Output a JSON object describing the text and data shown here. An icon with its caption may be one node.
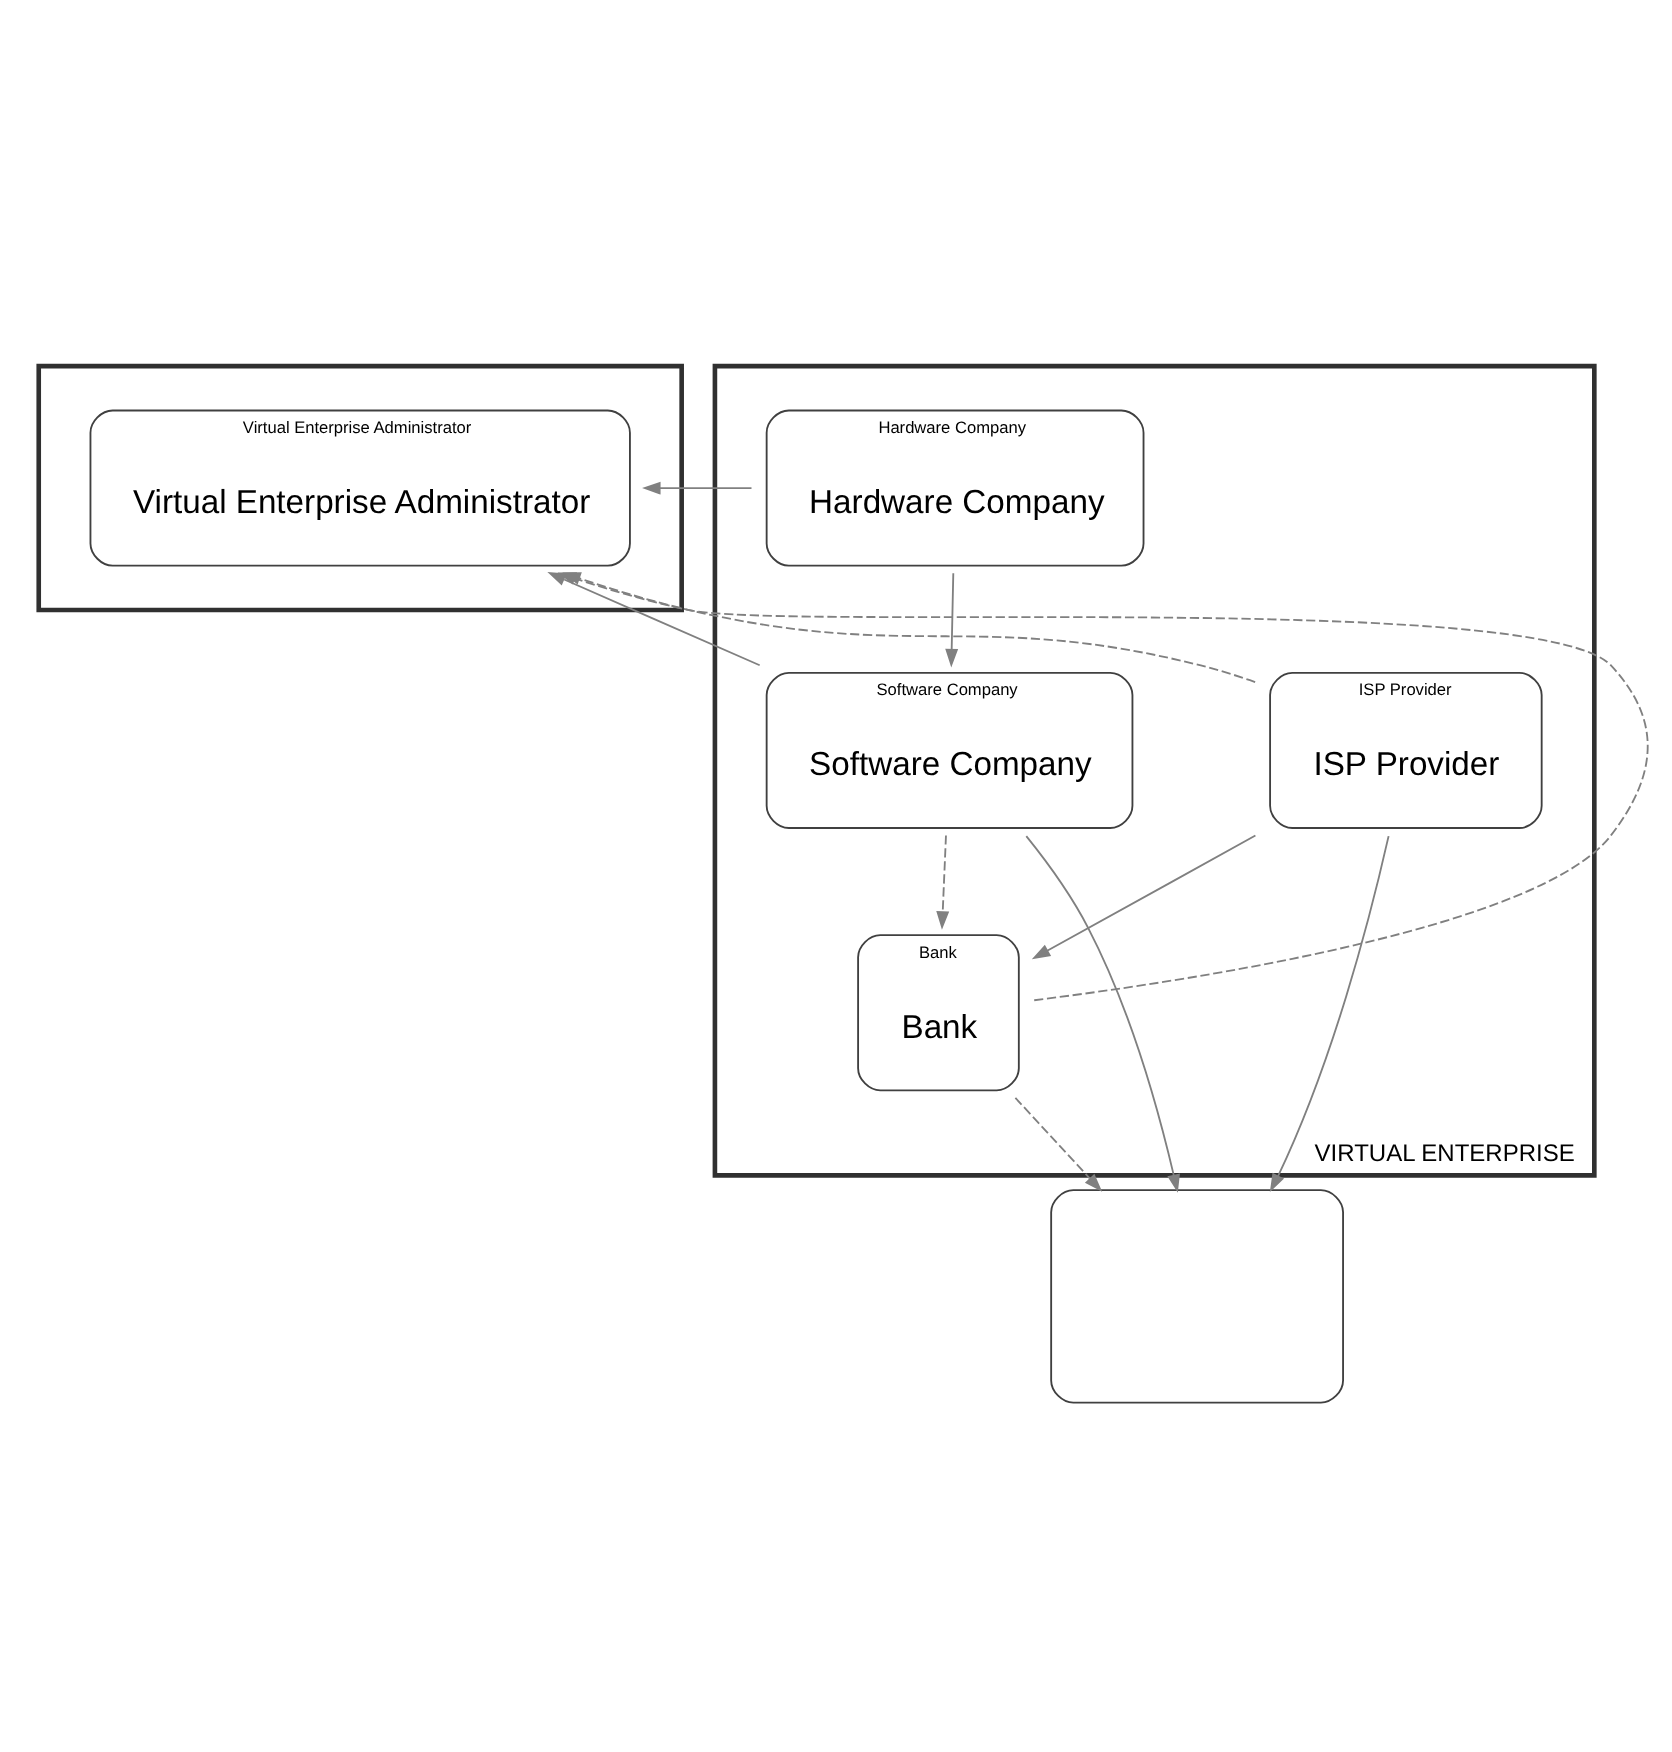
{
  "diagram": {
    "nodes": [
      {
        "text": [],
        "shape": "box"
      },
      {
        "text": [
          "Virtual Enterprise Administrator",
          "Virtual Enterprise Administrator"
        ],
        "in": 0
      },
      {
        "text": [
          "VIRTUAL ENTERPRISE"
        ]
      },
      {
        "text": [
          "Hardware Company",
          "Hardware Company"
        ],
        "in": 2
      },
      {
        "text": [
          "Software Company",
          "Software Company"
        ],
        "in": 2
      },
      {
        "text": [
          "Bank",
          "Bank"
        ],
        "in": 2
      },
      {
        "text": [
          "ISP Provider",
          "ISP Provider"
        ],
        "in": 2
      },
      {
        "text": [],
        "shape": "box"
      }
    ],
    "edges": [
      {
        "from": 6,
        "to": 1,
        "arrow": "to",
        "style": "dashed"
      },
      {
        "from": 5,
        "to": 1,
        "arrow": "to",
        "style": "dashed"
      },
      {
        "from": 3,
        "to": 1,
        "arrow": "to"
      },
      {
        "from": 4,
        "to": 1,
        "arrow": "to"
      },
      {
        "from": 3,
        "to": 4,
        "arrow": "to"
      },
      {
        "from": 4,
        "to": 5,
        "arrow": "to",
        "style": "dashed"
      },
      {
        "from": 5,
        "to": 7,
        "arrow": "to",
        "style": "dashed"
      },
      {
        "from": 6,
        "to": 5,
        "arrow": "to"
      },
      {
        "from": 4,
        "to": 7,
        "arrow": "to"
      },
      {
        "from": 6,
        "to": 7,
        "arrow": "to"
      }
    ]
  }
}
